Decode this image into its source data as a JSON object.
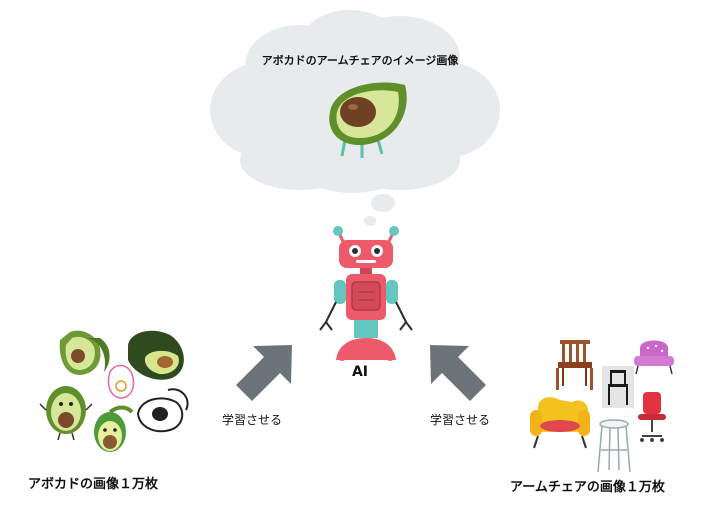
{
  "thought": {
    "title": "アボカドのアームチェアのイメージ画像"
  },
  "robot": {
    "label": "AI"
  },
  "arrows": {
    "left_label": "学習させる",
    "right_label": "学習させる"
  },
  "captions": {
    "avocado": "アボカドの画像１万枚",
    "chair": "アームチェアの画像１万枚"
  },
  "colors": {
    "cloud": "#e8ebec",
    "arrow": "#6b7579",
    "robot_pink": "#ec5a6b",
    "robot_teal": "#63c7bf",
    "avocado_skin": "#6f9a36",
    "avocado_flesh": "#d6e79a",
    "avocado_pit": "#7a4a2a"
  }
}
